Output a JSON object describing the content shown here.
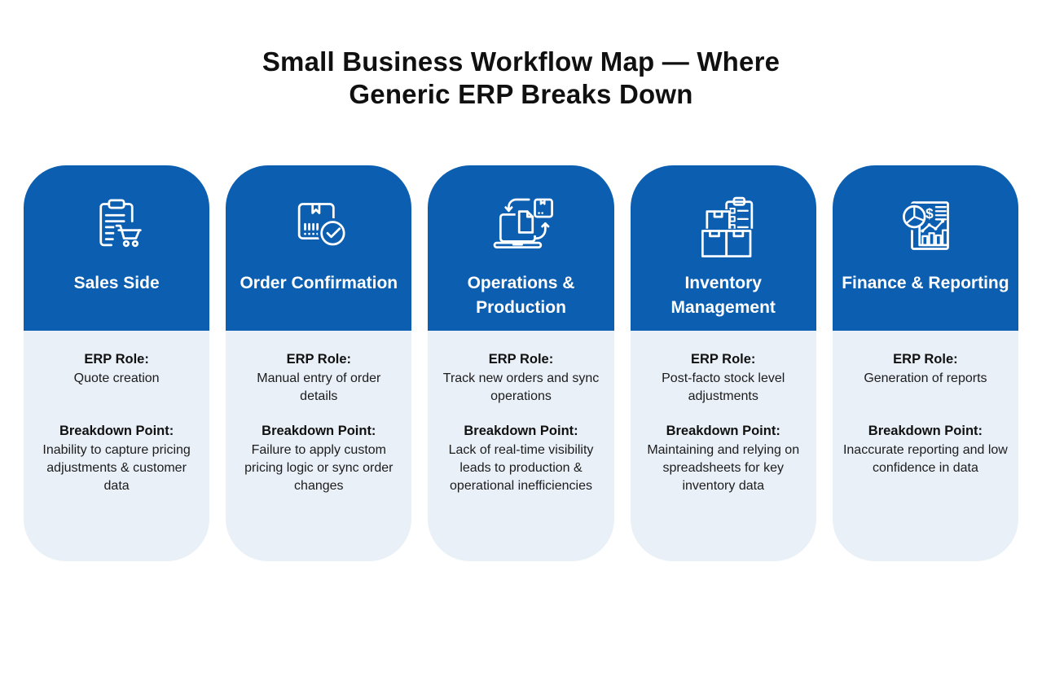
{
  "header": {
    "title": "Small Business Workflow Map — Where Generic ERP Breaks Down",
    "title_lines": [
      "Small Business Workflow Map — Where",
      "Generic ERP Breaks Down"
    ]
  },
  "theme": {
    "card_header_blue": "#0B5EB0",
    "card_body_light": "#E9F0F8",
    "icon_color": "#FFFFFF",
    "title_text": "#101010",
    "body_text": "#1C1C1C",
    "page_background": "#FFFFFF"
  },
  "cards": [
    {
      "title": "Sales Side",
      "icon": "clipboard-cart-icon",
      "role_label": "ERP Role:",
      "role": "Quote creation",
      "breakdown_label": "Breakdown Point:",
      "breakdown": "Inability to capture pricing adjustments & customer data"
    },
    {
      "title": "Order Confirmation",
      "icon": "package-check-icon",
      "role_label": "ERP Role:",
      "role": "Manual entry of order details",
      "breakdown_label": "Breakdown Point:",
      "breakdown": "Failure to apply custom pricing logic or sync order changes"
    },
    {
      "title": "Operations & Production",
      "icon": "laptop-sync-icon",
      "role_label": "ERP Role:",
      "role": "Track new orders and sync operations",
      "breakdown_label": "Breakdown Point:",
      "breakdown": "Lack of real-time visibility leads to production & operational inefficiencies"
    },
    {
      "title": "Inventory Management",
      "icon": "inventory-boxes-icon",
      "role_label": "ERP Role:",
      "role": "Post-facto stock level adjustments",
      "breakdown_label": "Breakdown Point:",
      "breakdown": "Maintaining and relying on spreadsheets for key inventory data"
    },
    {
      "title": "Finance & Reporting",
      "icon": "finance-report-icon",
      "role_label": "ERP Role:",
      "role": "Generation of reports",
      "breakdown_label": "Breakdown Point:",
      "breakdown": "Inaccurate reporting and low confidence in data"
    }
  ]
}
